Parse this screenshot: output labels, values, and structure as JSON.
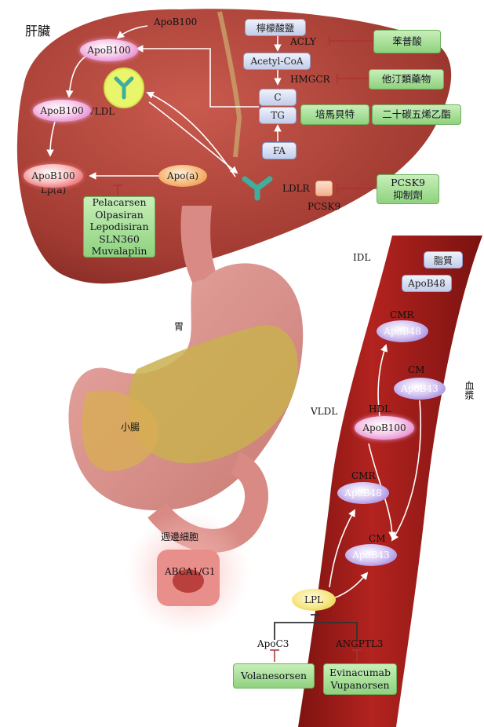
{
  "labels": {
    "liver": "肝臟",
    "apob100_top": "ApoB100",
    "vldl_liver": "VLDL",
    "lpa": "Lp(a)",
    "ldlr": "LDLR",
    "pcsk9": "PCSK9",
    "acly": "ACLY",
    "hmgcr": "HMGCR",
    "idl": "IDL",
    "stomach": "胃",
    "small_intestine": "小腸",
    "blood": "血漿",
    "vldl_blood": "VLDL",
    "hdl": "HDL",
    "cmr_upper": "CMR",
    "cm_upper": "CM",
    "cmr_lower": "CMR",
    "cm_lower": "CM",
    "peripheral_cell": "週邊細胞",
    "apoc3": "ApoC3",
    "angptl3": "ANGPTL3"
  },
  "nodes": {
    "apob100_a": "ApoB100",
    "apob100_b": "ApoB100",
    "apob100_c": "ApoB100",
    "apoa": "Apo(a)",
    "citrate": "檸檬酸鹽",
    "acetyl_coa": "Acetyl-CoA",
    "c": "C",
    "tg": "TG",
    "fa": "FA",
    "lipid": "脂質",
    "apob48_box": "ApoB48",
    "apob48_upper": "ApoB48",
    "apob43_upper": "ApoB43",
    "apob100_blood": "ApoB100",
    "apob48_lower": "ApoB48",
    "apob43_lower": "ApoB43",
    "abca": "ABCA1/G1",
    "lpl": "LPL"
  },
  "drugs": {
    "bempedoic": "苯普酸",
    "statin": "他汀類藥物",
    "pemafibrate": "培馬貝特",
    "epa": "二十碳五烯乙酯",
    "pcsk9_l1": "PCSK9",
    "pcsk9_l2": "抑制劑",
    "lpa_1": "Pelacarsen",
    "lpa_2": "Olpasiran",
    "lpa_3": "Lepodisiran",
    "lpa_4": "SLN360",
    "lpa_5": "Muvalaplin",
    "volanesorsen": "Volanesorsen",
    "evinacumab": "Evinacumab",
    "vupanorsen": "Vupanorsen"
  },
  "colors": {
    "liver": "#a8443a",
    "vessel": "#a31f1c",
    "drug_box": "#9fd98c",
    "molecule_box": "#c3cdea",
    "receptor": "#3fae9e"
  }
}
